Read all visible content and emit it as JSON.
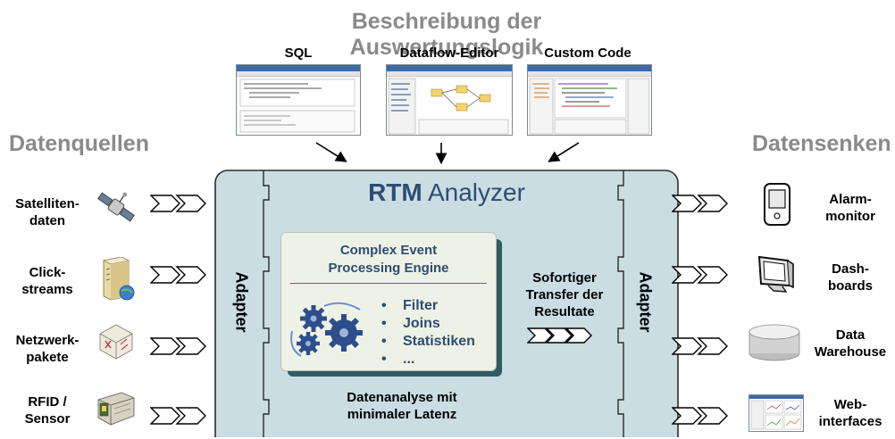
{
  "header": {
    "title": "Beschreibung der Auswertungslogik",
    "screens": [
      {
        "label": "SQL",
        "icon": "sql-editor-screenshot"
      },
      {
        "label": "Dataflow-Editor",
        "icon": "dataflow-editor-screenshot"
      },
      {
        "label": "Custom Code",
        "icon": "custom-code-screenshot"
      }
    ]
  },
  "sources": {
    "title": "Datenquellen",
    "items": [
      {
        "label_lines": [
          "Satelliten-",
          "daten"
        ],
        "icon": "satellite-icon"
      },
      {
        "label_lines": [
          "Click-",
          "streams"
        ],
        "icon": "server-icon"
      },
      {
        "label_lines": [
          "Netzwerk-",
          "pakete"
        ],
        "icon": "network-package-icon"
      },
      {
        "label_lines": [
          "RFID /",
          "Sensor"
        ],
        "icon": "rfid-sensor-icon"
      }
    ]
  },
  "sinks": {
    "title": "Datensenken",
    "items": [
      {
        "label_lines": [
          "Alarm-",
          "monitor"
        ],
        "icon": "handheld-device-icon"
      },
      {
        "label_lines": [
          "Dash-",
          "boards"
        ],
        "icon": "monitor-icon"
      },
      {
        "label_lines": [
          "Data",
          "Warehouse"
        ],
        "icon": "database-cylinder-icon"
      },
      {
        "label_lines": [
          "Web-",
          "interfaces"
        ],
        "icon": "web-interface-screenshot"
      }
    ]
  },
  "analyzer": {
    "title_bold": "RTM",
    "title_rest": "Analyzer",
    "adapter_left": "Adapter",
    "adapter_right": "Adapter",
    "engine_title_lines": [
      "Complex Event",
      "Processing Engine"
    ],
    "engine_items": [
      "Filter",
      "Joins",
      "Statistiken",
      "..."
    ],
    "engine_icon": "gears-icon",
    "transfer_lines": [
      "Sofortiger",
      "Transfer der",
      "Resultate"
    ],
    "latency_lines": [
      "Datenanalyse mit",
      "minimaler Latenz"
    ]
  },
  "colors": {
    "box_fill": "#c9dde3",
    "engine_fill": "#eef2e6",
    "engine_text": "#2e4d72",
    "rtm_blue": "#2e4d72",
    "section_gray": "#8a8a8a"
  }
}
